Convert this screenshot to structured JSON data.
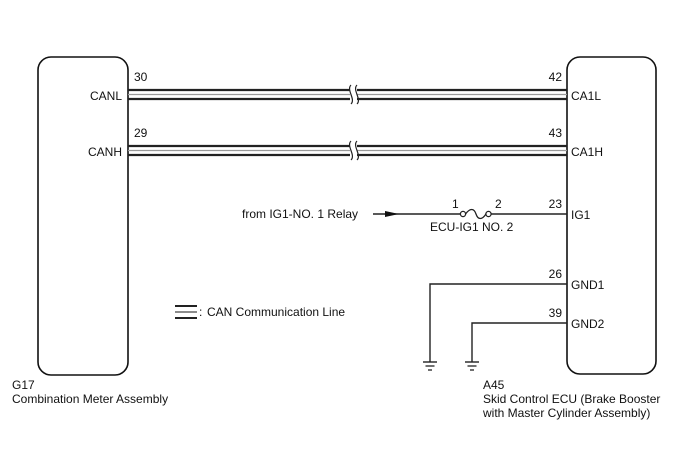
{
  "components": {
    "left": {
      "code": "G17",
      "name": "Combination Meter Assembly",
      "pins": [
        {
          "number": "30",
          "signal": "CANL"
        },
        {
          "number": "29",
          "signal": "CANH"
        }
      ]
    },
    "right": {
      "code": "A45",
      "name_line1": "Skid Control ECU (Brake Booster",
      "name_line2": "with Master Cylinder Assembly)",
      "pins": [
        {
          "number": "42",
          "signal": "CA1L"
        },
        {
          "number": "43",
          "signal": "CA1H"
        },
        {
          "number": "23",
          "signal": "IG1"
        },
        {
          "number": "26",
          "signal": "GND1"
        },
        {
          "number": "39",
          "signal": "GND2"
        }
      ]
    }
  },
  "power_source": {
    "label": "from IG1-NO. 1 Relay"
  },
  "fuse": {
    "name": "ECU-IG1 NO. 2",
    "pin_in": "1",
    "pin_out": "2"
  },
  "legend": {
    "separator": ":",
    "label": "CAN Communication Line"
  }
}
